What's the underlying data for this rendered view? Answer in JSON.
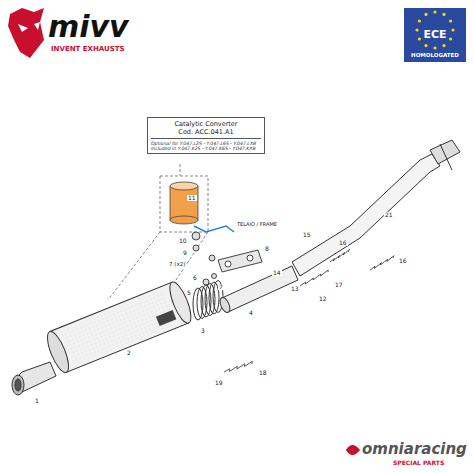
{
  "diagram": {
    "nodes": [
      {
        "text": [
          "Catalytic Converter",
          "Cod. ACC.041.A1",
          "Optional for Y.047.L2S - Y.047.L6S - Y.047.LXB",
          "Included in Y.047.K2S - Y.047.K6S - Y.047.KXB"
        ]
      },
      {
        "text": [
          "ECE",
          "HOMOLOGATED"
        ]
      }
    ],
    "labels": [
      "mivv",
      "INVENT EXHAUSTS",
      "11",
      "10",
      "TELAIO / FRAME",
      "9",
      "8",
      "7 (x2)",
      "6",
      "7",
      "3",
      "5",
      "4",
      "15",
      "16",
      "14",
      "13",
      "12",
      "16",
      "17",
      "2",
      "18",
      "19",
      "1",
      "21",
      "omniaracing",
      "SPECIAL PARTS"
    ]
  }
}
